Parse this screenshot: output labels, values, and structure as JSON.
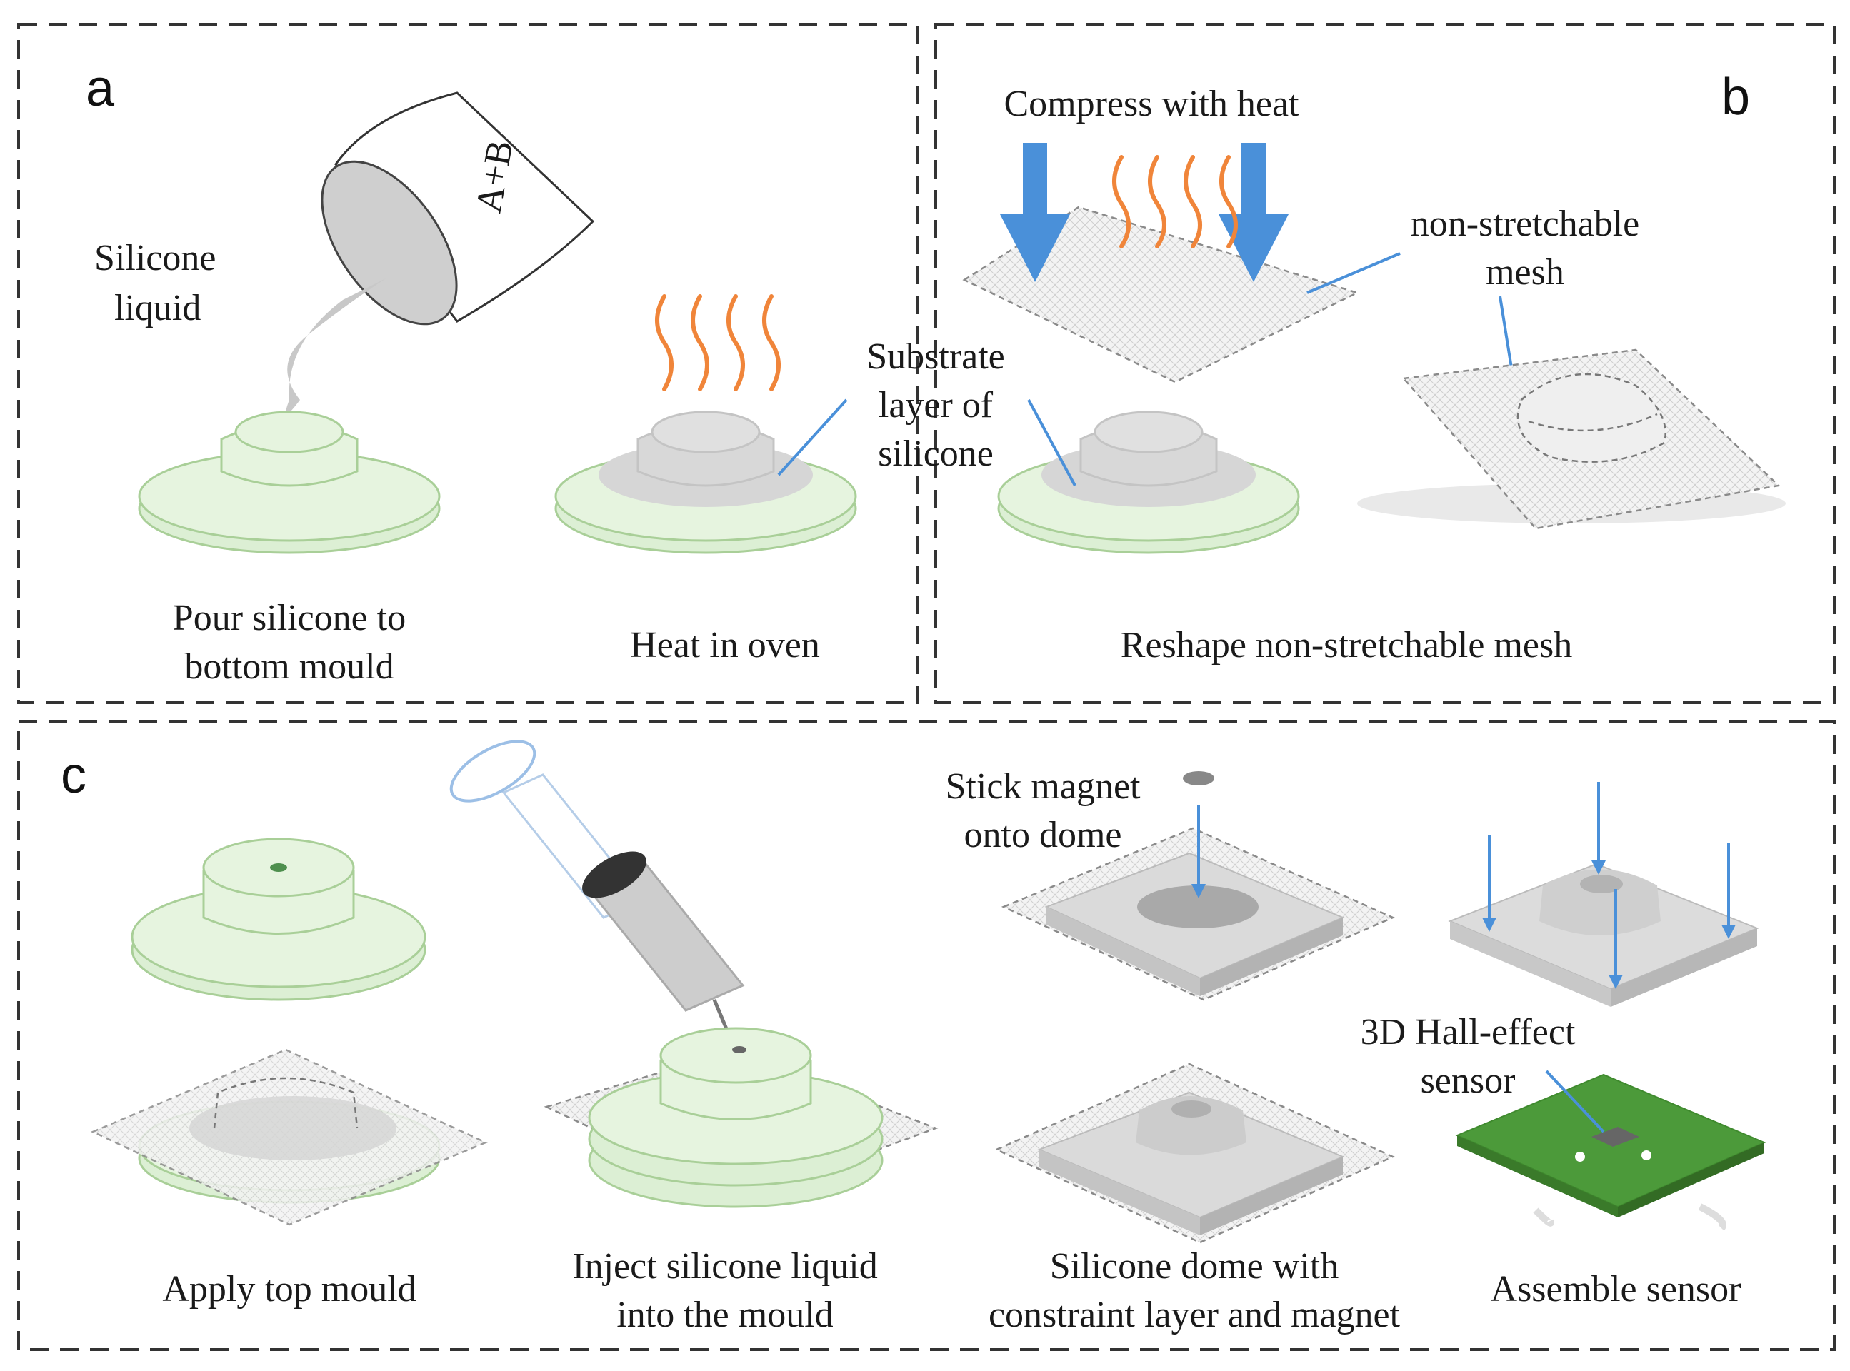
{
  "panels": {
    "a": {
      "letter": "a",
      "cup_label": "A+B",
      "silicone_liquid_line1": "Silicone",
      "silicone_liquid_line2": "liquid",
      "step1_caption_line1": "Pour silicone to",
      "step1_caption_line2": "bottom mould",
      "step2_caption": "Heat in oven",
      "substrate_line1": "Substrate",
      "substrate_line2": "layer of",
      "substrate_line3": "silicone"
    },
    "b": {
      "letter": "b",
      "compress_label": "Compress with heat",
      "mesh_label_line1": "non-stretchable",
      "mesh_label_line2": "mesh",
      "caption": "Reshape non-stretchable mesh"
    },
    "c": {
      "letter": "c",
      "step1_caption": "Apply top mould",
      "step2_caption_line1": "Inject silicone liquid",
      "step2_caption_line2": "into the mould",
      "magnet_label_line1": "Stick magnet",
      "magnet_label_line2": "onto dome",
      "step3_caption_line1": "Silicone dome with",
      "step3_caption_line2": "constraint layer and magnet",
      "sensor_label_line1": "3D Hall-effect",
      "sensor_label_line2": "sensor",
      "step4_caption": "Assemble sensor"
    }
  },
  "colors": {
    "mould_green": "#dcefd4",
    "leader_blue": "#4a90d9",
    "heat_orange": "#f0853a",
    "pcb_green": "#3f8a2e"
  },
  "icons": [
    "heat-waves-icon",
    "down-arrow-icon",
    "syringe-icon",
    "magnet-icon",
    "pcb-icon"
  ]
}
